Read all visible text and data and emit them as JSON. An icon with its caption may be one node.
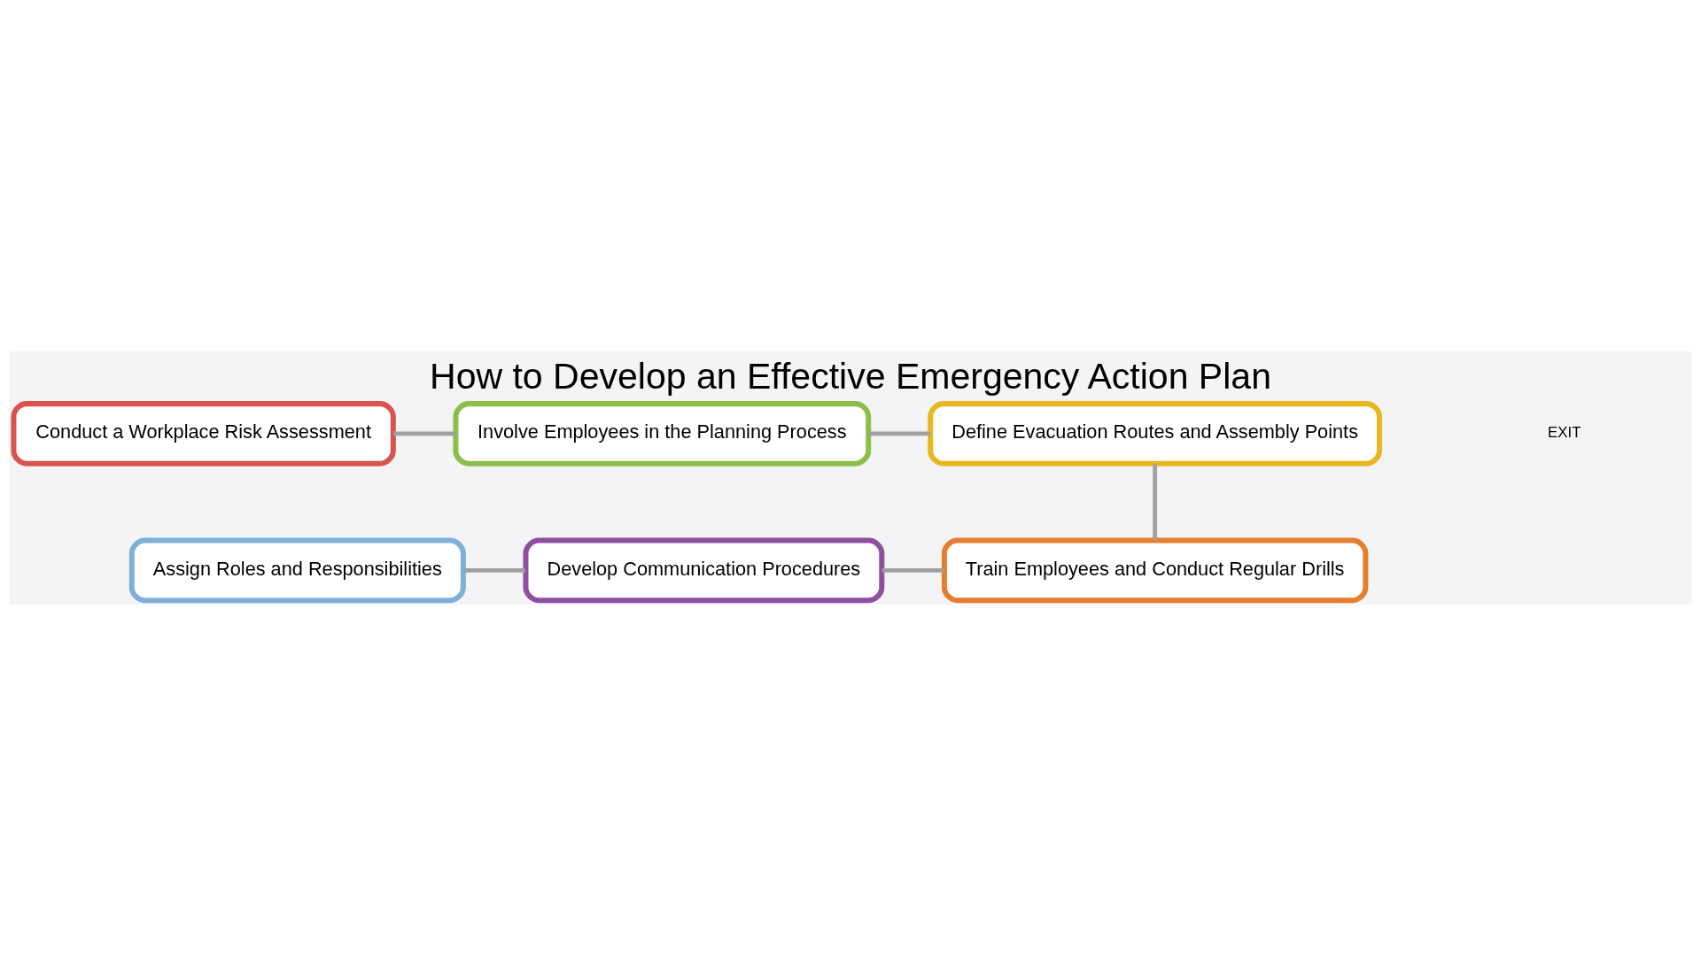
{
  "diagram": {
    "title": "How to Develop an Effective Emergency Action Plan",
    "nodes": [
      {
        "text": [
          "Conduct a Workplace Risk Assessment"
        ]
      },
      {
        "text": [
          "Involve Employees in the Planning Process"
        ]
      },
      {
        "text": [
          "Define Evacuation Routes and Assembly Points"
        ]
      },
      {
        "text": [
          "Assign Roles and Responsibilities"
        ]
      },
      {
        "text": [
          "Develop Communication Procedures"
        ]
      },
      {
        "text": [
          "Train Employees and Conduct Regular Drills"
        ]
      }
    ],
    "edges": [
      {
        "from": 0,
        "to": 1,
        "arrow": "none"
      },
      {
        "from": 1,
        "to": 2,
        "arrow": "none"
      },
      {
        "from": 2,
        "to": 5,
        "arrow": "none"
      },
      {
        "from": 4,
        "to": 5,
        "arrow": "none"
      },
      {
        "from": 3,
        "to": 4,
        "arrow": "none"
      }
    ],
    "labels": [
      "EXIT"
    ]
  }
}
